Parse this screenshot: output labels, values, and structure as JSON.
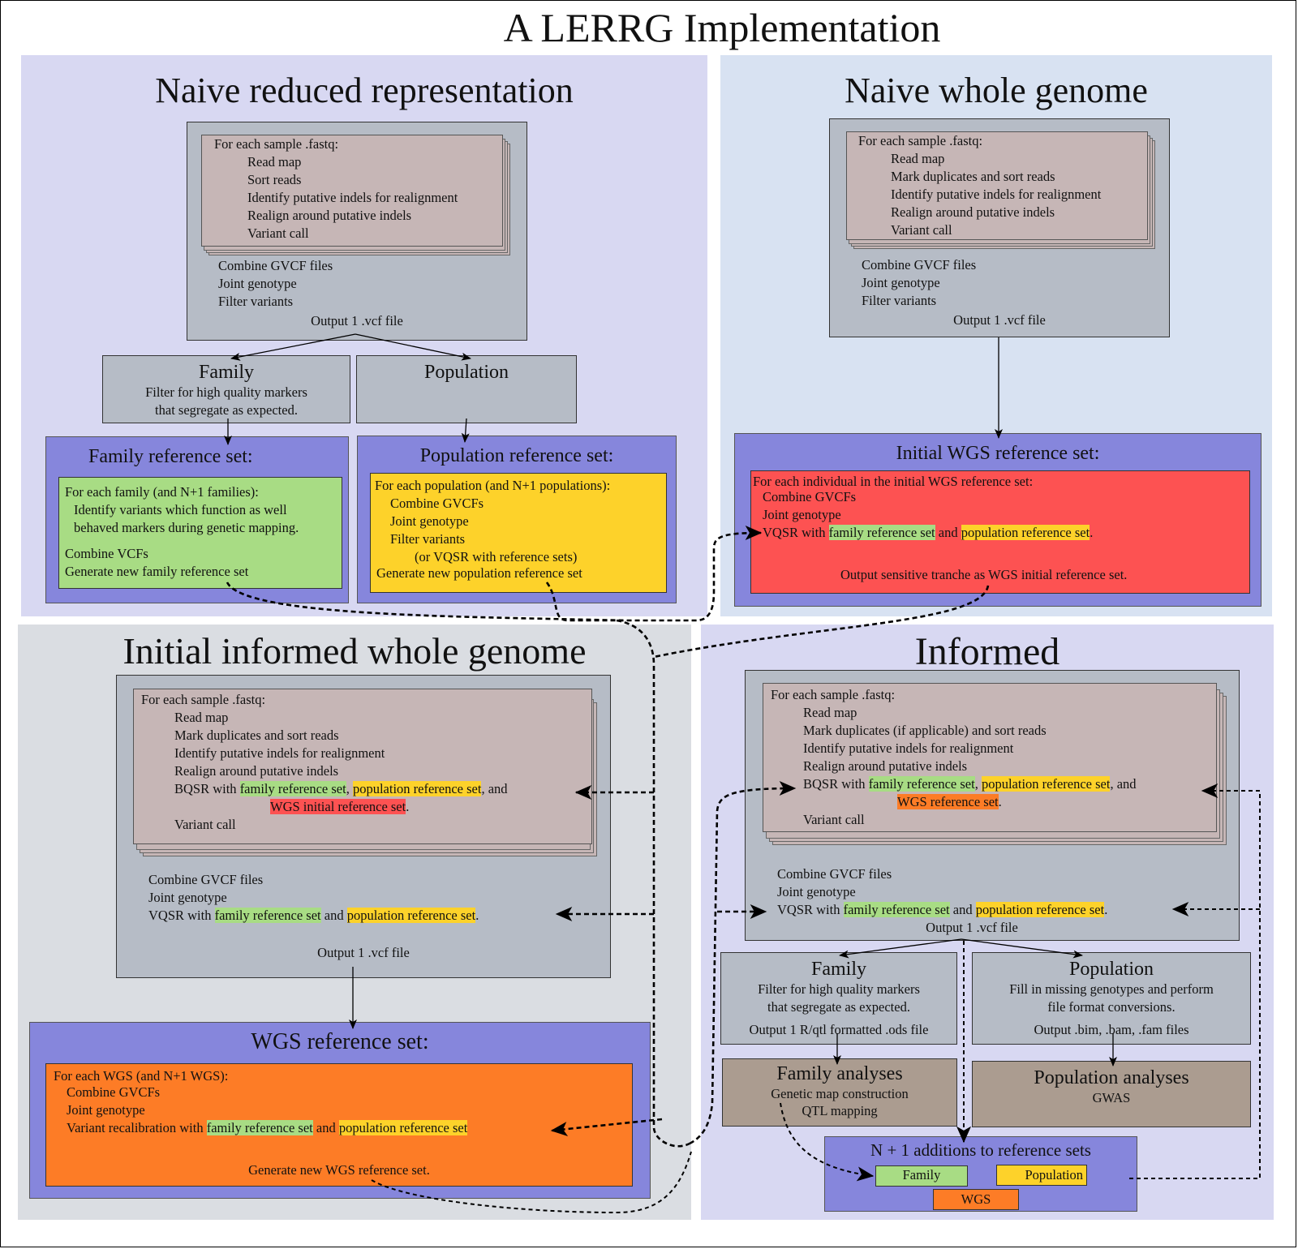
{
  "title": "A LERRG Implementation",
  "colors": {
    "lavender_panel": "#d8d8f2",
    "blue_panel": "#d8e2f2",
    "gray_panel": "#dadde2",
    "process_box": "#b6bcc6",
    "sample_stack": "#c6b6b6",
    "reference_set": "#8686dc",
    "family": "#a8dc84",
    "population": "#fdd22a",
    "initial_wgs": "#fd5252",
    "wgs": "#fd7c26",
    "analyses": "#ab9c90"
  },
  "naive_rr": {
    "title": "Naive reduced representation",
    "stack_header": "For each sample .fastq:",
    "stack_steps": [
      "Read map",
      "Sort reads",
      "Identify putative indels for realignment",
      "Realign around putative indels",
      "Variant call"
    ],
    "post_steps": [
      "Combine GVCF files",
      "Joint genotype",
      "Filter variants"
    ],
    "output": "Output 1 .vcf file",
    "family_box": {
      "title": "Family",
      "lines": [
        "Filter for high quality markers",
        "that segregate as expected."
      ]
    },
    "population_box": {
      "title": "Population"
    },
    "family_refset": {
      "title": "Family reference set:",
      "header": "For each family (and N+1 families):",
      "lines": [
        "Identify variants which function as well",
        "behaved markers during genetic mapping."
      ],
      "footer": [
        "Combine VCFs",
        "Generate new family reference set"
      ]
    },
    "population_refset": {
      "title": "Population reference set:",
      "header": "For each population (and N+1 populations):",
      "lines": [
        "Combine GVCFs",
        "Joint genotype",
        "Filter variants",
        "(or VQSR with reference sets)"
      ],
      "footer": "Generate new population reference set"
    }
  },
  "naive_wg": {
    "title": "Naive whole genome",
    "stack_header": "For each sample .fastq:",
    "stack_steps": [
      "Read map",
      "Mark duplicates and sort reads",
      "Identify putative indels for realignment",
      "Realign around putative indels",
      "Variant call"
    ],
    "post_steps": [
      "Combine GVCF files",
      "Joint genotype",
      "Filter variants"
    ],
    "output": "Output 1 .vcf file",
    "initial_wgs_refset": {
      "title": "Initial WGS reference set:",
      "header": "For each individual in the initial WGS reference set:",
      "lines": [
        "Combine GVCFs",
        "Joint genotype"
      ],
      "vqsr_prefix": "VQSR with ",
      "family_ref": "family reference set",
      "and": " and ",
      "population_ref": "population reference set",
      "period": ".",
      "footer": "Output sensitive tranche as WGS initial reference set."
    }
  },
  "initial_informed": {
    "title": "Initial informed whole genome",
    "stack_header": "For each sample .fastq:",
    "stack_steps": [
      "Read map",
      "Mark duplicates and sort reads",
      "Identify putative indels for realignment",
      "Realign around putative indels"
    ],
    "bqsr_prefix": "BQSR with ",
    "family_ref": "family reference set",
    "comma": ", ",
    "population_ref": "population reference set",
    "and_suffix": ", and",
    "wgs_initial_ref": "WGS initial reference set",
    "period": ".",
    "variant_call": "Variant call",
    "post_steps": [
      "Combine GVCF files",
      "Joint genotype"
    ],
    "vqsr_prefix": "VQSR with ",
    "and": " and ",
    "output": "Output 1 .vcf file",
    "wgs_refset": {
      "title": "WGS reference set:",
      "header": "For each WGS (and N+1 WGS):",
      "lines": [
        "Combine GVCFs",
        "Joint genotype"
      ],
      "recal_prefix": "Variant recalibration with ",
      "footer": "Generate new WGS reference set."
    }
  },
  "informed": {
    "title": "Informed",
    "stack_header": "For each sample .fastq:",
    "stack_steps": [
      "Read map",
      "Mark duplicates (if applicable) and sort reads",
      "Identify putative indels for realignment",
      "Realign around putative indels"
    ],
    "bqsr_prefix": "BQSR with ",
    "family_ref": "family reference set",
    "comma": ", ",
    "population_ref": "population reference set",
    "and_suffix": ", and",
    "wgs_ref": "WGS reference set",
    "period": ".",
    "variant_call": "Variant call",
    "post_steps": [
      "Combine GVCF files",
      "Joint genotype"
    ],
    "vqsr_prefix": "VQSR with ",
    "and": " and ",
    "output": "Output 1 .vcf file",
    "family_box": {
      "title": "Family",
      "lines": [
        "Filter for high quality markers",
        "that segregate as expected."
      ],
      "output": "Output 1 R/qtl formatted .ods file"
    },
    "population_box": {
      "title": "Population",
      "lines": [
        "Fill in missing genotypes and perform",
        "file format conversions."
      ],
      "output": "Output .bim, .bam, .fam files"
    },
    "family_analyses": {
      "title": "Family analyses",
      "lines": [
        "Genetic map construction",
        "QTL mapping"
      ]
    },
    "population_analyses": {
      "title": "Population analyses",
      "lines": [
        "GWAS"
      ]
    },
    "n_plus_one": {
      "title": "N + 1 additions to reference sets",
      "family": "Family",
      "population": "Population",
      "wgs": "WGS"
    }
  }
}
